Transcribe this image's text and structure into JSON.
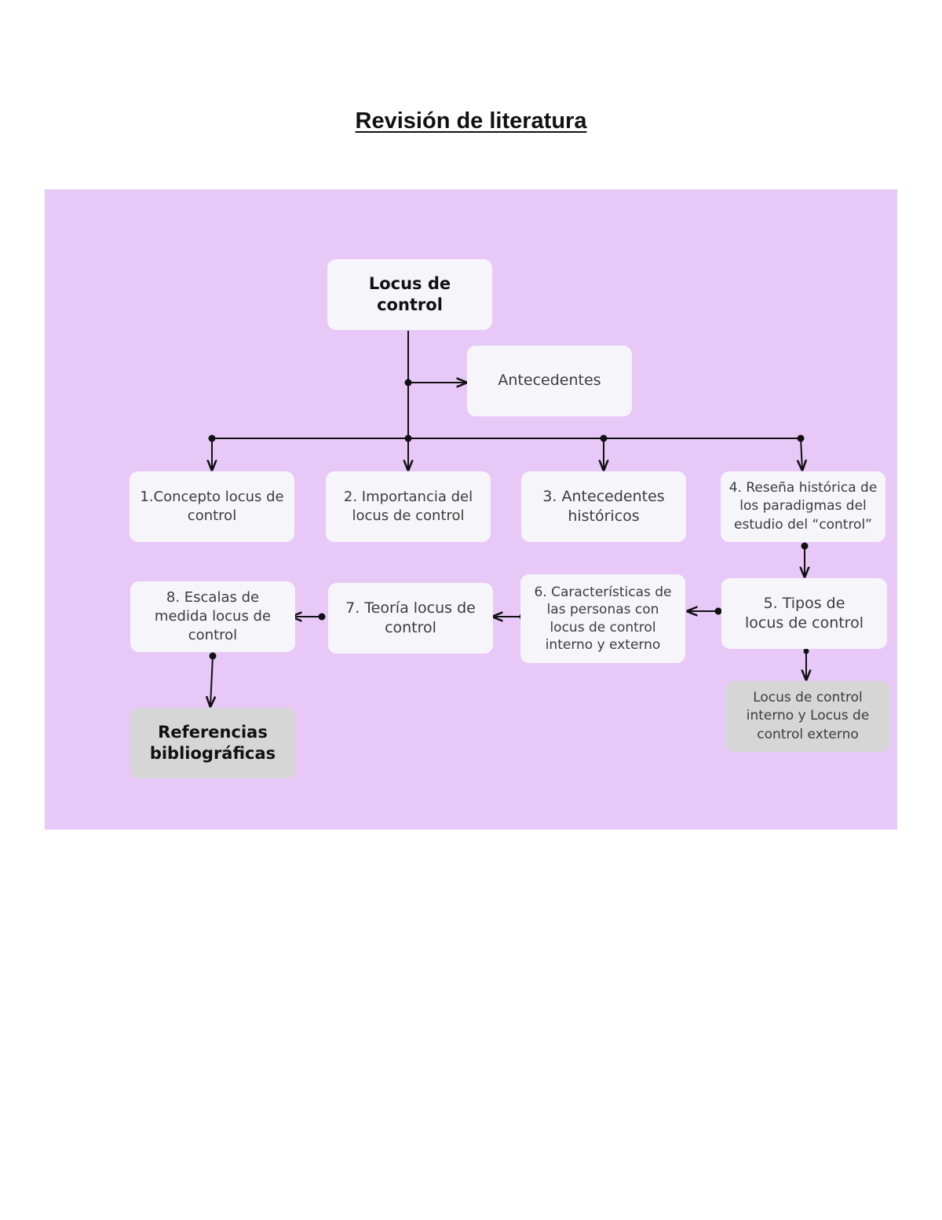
{
  "page": {
    "title": "Revisión de literatura"
  },
  "diagram": {
    "colors": {
      "background": "#e8c8f7",
      "node": "#f6f5fa",
      "node_grey": "#d6d6d6",
      "line": "#111111"
    },
    "nodes": {
      "root": "Locus de\ncontrol",
      "antecedentes": "Antecedentes",
      "n1": "1.Concepto locus de\ncontrol",
      "n2": "2. Importancia del\nlocus de control",
      "n3": "3. Antecedentes\nhistóricos",
      "n4": "4. Reseña histórica de\nlos paradigmas del\nestudio del “control”",
      "n5": "5. Tipos de\nlocus de control",
      "n6": "6. Características de\nlas personas con\nlocus de control\ninterno y externo",
      "n7": "7. Teoría locus de\ncontrol",
      "n8": "8. Escalas de\nmedida locus de\ncontrol",
      "locus_tipos": "Locus de control\ninterno y Locus de\ncontrol externo",
      "referencias": "Referencias\nbibliográficas"
    }
  }
}
